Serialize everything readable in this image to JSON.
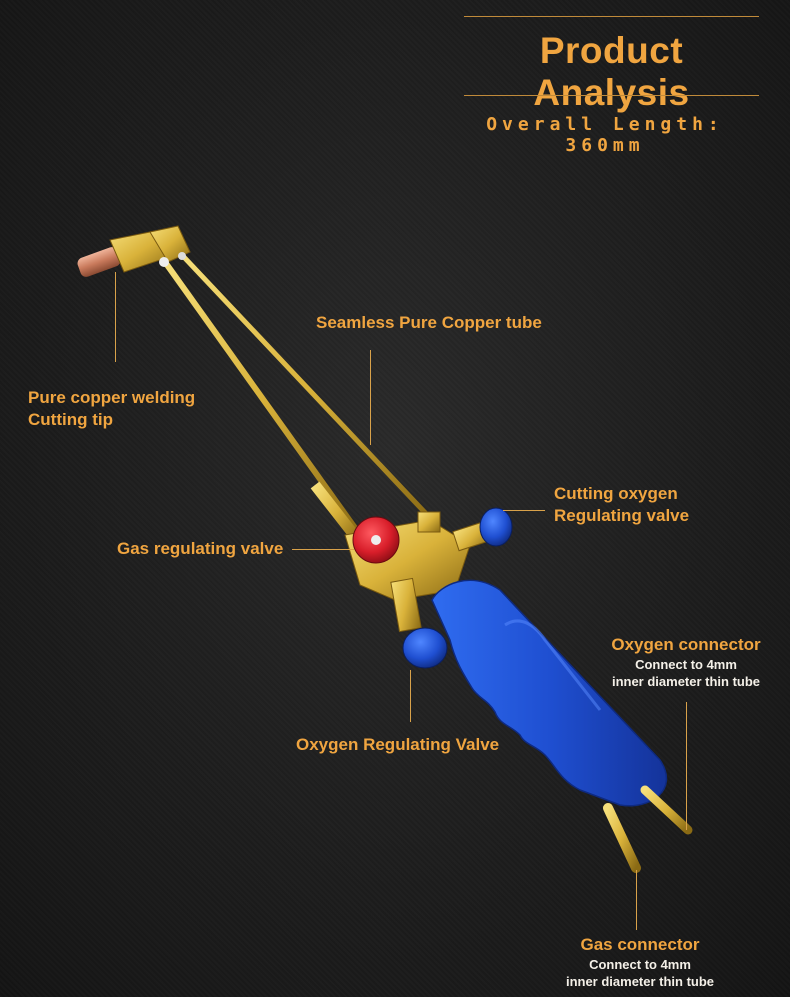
{
  "header": {
    "title": "Product Analysis",
    "subtitle": "Overall Length: 360mm"
  },
  "labels": {
    "tip_line1": "Pure copper welding",
    "tip_line2": "Cutting tip",
    "tube": "Seamless Pure Copper tube",
    "cutting_line1": "Cutting oxygen",
    "cutting_line2": "Regulating valve",
    "gas_valve": "Gas regulating valve",
    "oxygen_connector_title": "Oxygen connector",
    "oxygen_connector_line1": "Connect to 4mm",
    "oxygen_connector_line2": "inner diameter thin tube",
    "oxygen_valve": "Oxygen Regulating Valve",
    "gas_connector_title": "Gas connector",
    "gas_connector_line1": "Connect to 4mm",
    "gas_connector_line2": "inner diameter thin tube"
  },
  "colors": {
    "accent": "#f0a540",
    "brass": "#d9b23a",
    "handle_blue": "#1f4fd1",
    "valve_red": "#d81e2a",
    "background": "#1c1c1c"
  }
}
